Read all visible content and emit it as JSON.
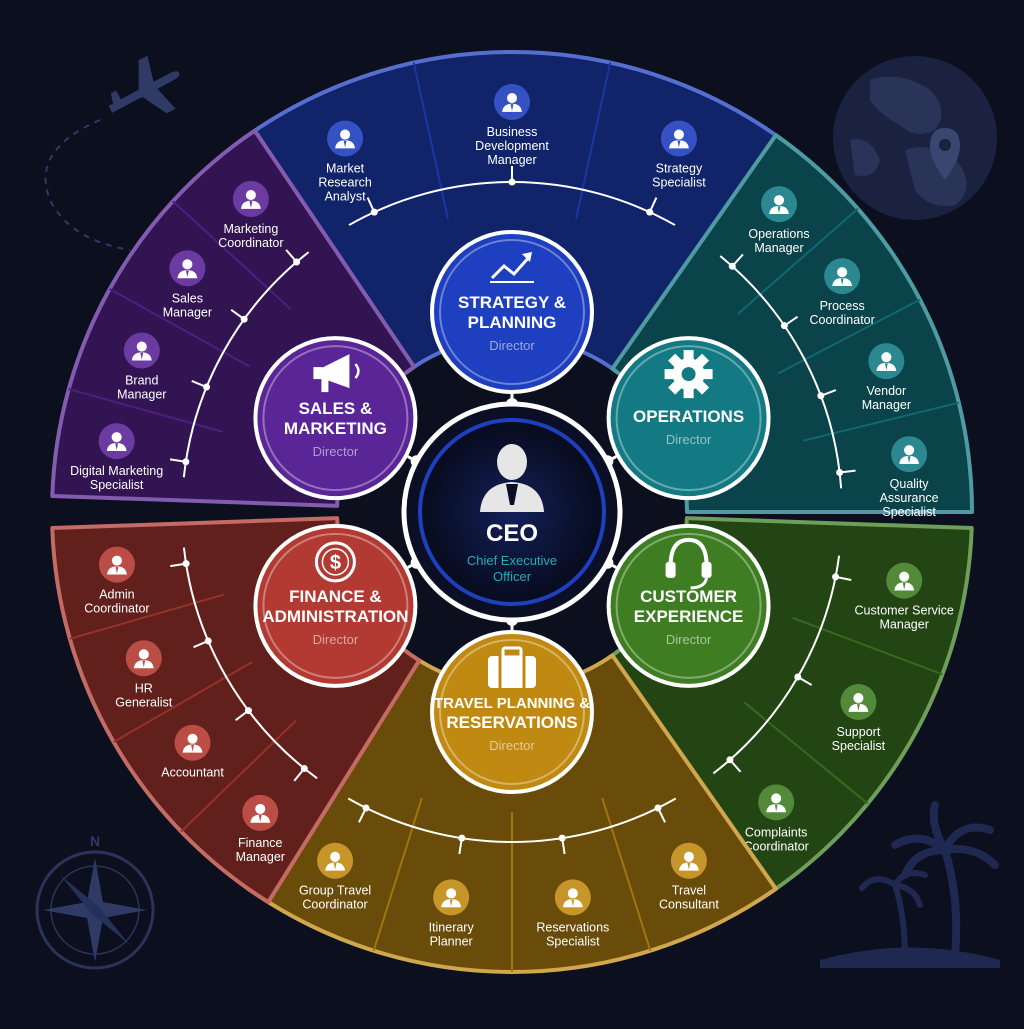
{
  "ceo": {
    "title": "CEO",
    "subtitle_lines": [
      "Chief Executive",
      "Officer"
    ]
  },
  "departments": [
    {
      "id": "strategy",
      "name_lines": [
        "STRATEGY &",
        "PLANNING"
      ],
      "role": "Director",
      "icon": "trending-up-icon",
      "color": "#1e3fbf",
      "roles": [
        {
          "lines": [
            "Market",
            "Research",
            "Analyst"
          ]
        },
        {
          "lines": [
            "Business",
            "Development",
            "Manager"
          ]
        },
        {
          "lines": [
            "Strategy",
            "Specialist"
          ]
        }
      ]
    },
    {
      "id": "operations",
      "name_lines": [
        "OPERATIONS"
      ],
      "role": "Director",
      "icon": "gear-icon",
      "color": "#137a84",
      "roles": [
        {
          "lines": [
            "Operations",
            "Manager"
          ]
        },
        {
          "lines": [
            "Process",
            "Coordinator"
          ]
        },
        {
          "lines": [
            "Vendor",
            "Manager"
          ]
        },
        {
          "lines": [
            "Quality",
            "Assurance",
            "Specialist"
          ]
        }
      ]
    },
    {
      "id": "customer",
      "name_lines": [
        "CUSTOMER",
        "EXPERIENCE"
      ],
      "role": "Director",
      "icon": "headset-icon",
      "color": "#3f7d23",
      "roles": [
        {
          "lines": [
            "Customer Service",
            "Manager"
          ]
        },
        {
          "lines": [
            "Support",
            "Specialist"
          ]
        },
        {
          "lines": [
            "Complaints",
            "Coordinator"
          ]
        }
      ]
    },
    {
      "id": "travel",
      "name_lines": [
        "TRAVEL PLANNING &",
        "RESERVATIONS"
      ],
      "role": "Director",
      "icon": "suitcase-icon",
      "color": "#c08a12",
      "roles": [
        {
          "lines": [
            "Travel",
            "Consultant"
          ]
        },
        {
          "lines": [
            "Reservations",
            "Specialist"
          ]
        },
        {
          "lines": [
            "Itinerary",
            "Planner"
          ]
        },
        {
          "lines": [
            "Group Travel",
            "Coordinator"
          ]
        }
      ]
    },
    {
      "id": "finance",
      "name_lines": [
        "FINANCE &",
        "ADMINISTRATION"
      ],
      "role": "Director",
      "icon": "dollar-icon",
      "color": "#b23a32",
      "roles": [
        {
          "lines": [
            "Finance",
            "Manager"
          ]
        },
        {
          "lines": [
            "Accountant"
          ]
        },
        {
          "lines": [
            "HR",
            "Generalist"
          ]
        },
        {
          "lines": [
            "Admin",
            "Coordinator"
          ]
        }
      ]
    },
    {
      "id": "sales",
      "name_lines": [
        "SALES &",
        "MARKETING"
      ],
      "role": "Director",
      "icon": "megaphone-icon",
      "color": "#5a2596",
      "roles": [
        {
          "lines": [
            "Digital Marketing",
            "Specialist"
          ]
        },
        {
          "lines": [
            "Brand",
            "Manager"
          ]
        },
        {
          "lines": [
            "Sales",
            "Manager"
          ]
        },
        {
          "lines": [
            "Marketing",
            "Coordinator"
          ]
        }
      ]
    }
  ],
  "decorations": {
    "compass_letter": "N",
    "icons": [
      "airplane-icon",
      "globe-icon",
      "location-pin-icon",
      "compass-icon",
      "palm-tree-icon"
    ]
  }
}
